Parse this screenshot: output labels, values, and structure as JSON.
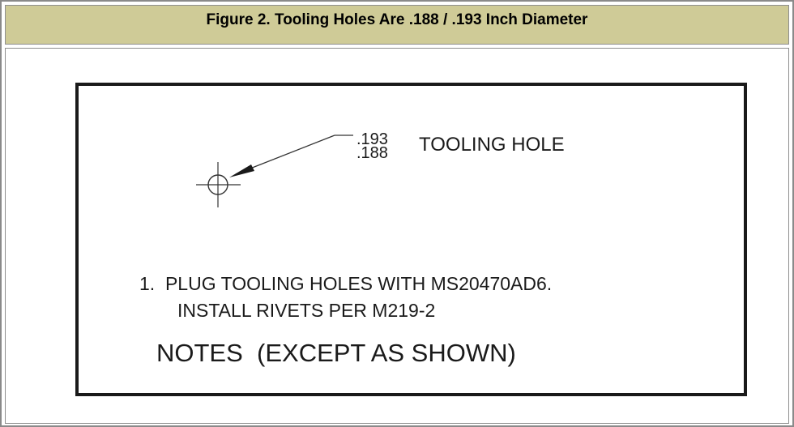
{
  "figure": {
    "title": "Figure 2. Tooling Holes Are .188 / .193 Inch Diameter"
  },
  "drawing": {
    "callout": {
      "upper_tolerance": ".193",
      "lower_tolerance": ".188",
      "label": "TOOLING HOLE"
    },
    "notes": {
      "note_1_line_1": "1.  PLUG TOOLING HOLES WITH MS20470AD6.",
      "note_1_line_2": "INSTALL RIVETS PER M219-2",
      "heading": "NOTES  (EXCEPT AS SHOWN)"
    }
  }
}
